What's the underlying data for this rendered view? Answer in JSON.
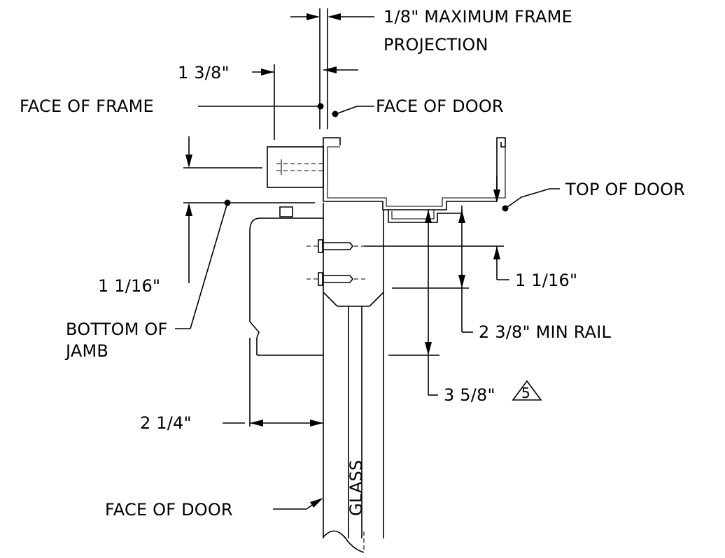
{
  "labels": {
    "max_frame_projection_line1": "1/8\" MAXIMUM FRAME",
    "max_frame_projection_line2": "PROJECTION",
    "dim_1_3_8": "1 3/8\"",
    "face_of_frame": "FACE OF FRAME",
    "face_of_door_top": "FACE OF DOOR",
    "top_of_door": "TOP OF DOOR",
    "dim_1_1_16_left": "1 1/16\"",
    "dim_1_1_16_right": "1 1/16\"",
    "bottom_of_jamb_line1": "BOTTOM OF",
    "bottom_of_jamb_line2": "JAMB",
    "dim_2_3_8_min_rail": "2 3/8\" MIN RAIL",
    "dim_3_5_8": "3 5/8\"",
    "revision_tag": "5",
    "dim_2_1_4": "2 1/4\"",
    "glass": "GLASS",
    "face_of_door_bottom": "FACE OF DOOR"
  }
}
